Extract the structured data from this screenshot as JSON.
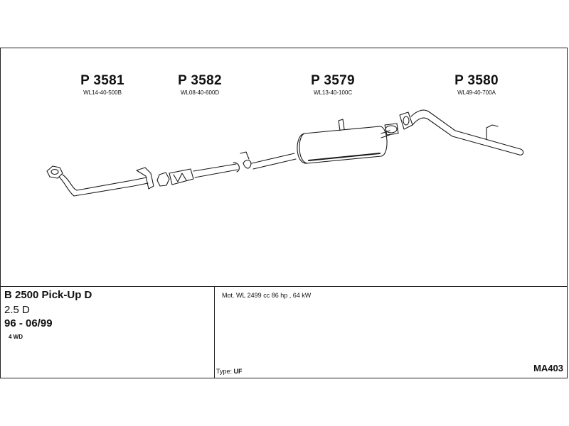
{
  "parts": [
    {
      "number": "P 3581",
      "code": "WL14-40-500B"
    },
    {
      "number": "P 3582",
      "code": "WL08-40-600D"
    },
    {
      "number": "P 3579",
      "code": "WL13-40-100C"
    },
    {
      "number": "P 3580",
      "code": "WL49-40-700A"
    }
  ],
  "vehicle": {
    "model": "B 2500 Pick-Up D",
    "engine": "2.5 D",
    "years": "96 - 06/99",
    "drive": "4 WD"
  },
  "engine_info": "Mot. WL 2499 cc 86 hp , 64 kW",
  "type": {
    "label": "Type:",
    "value": "UF"
  },
  "catalog_code": "MA403"
}
